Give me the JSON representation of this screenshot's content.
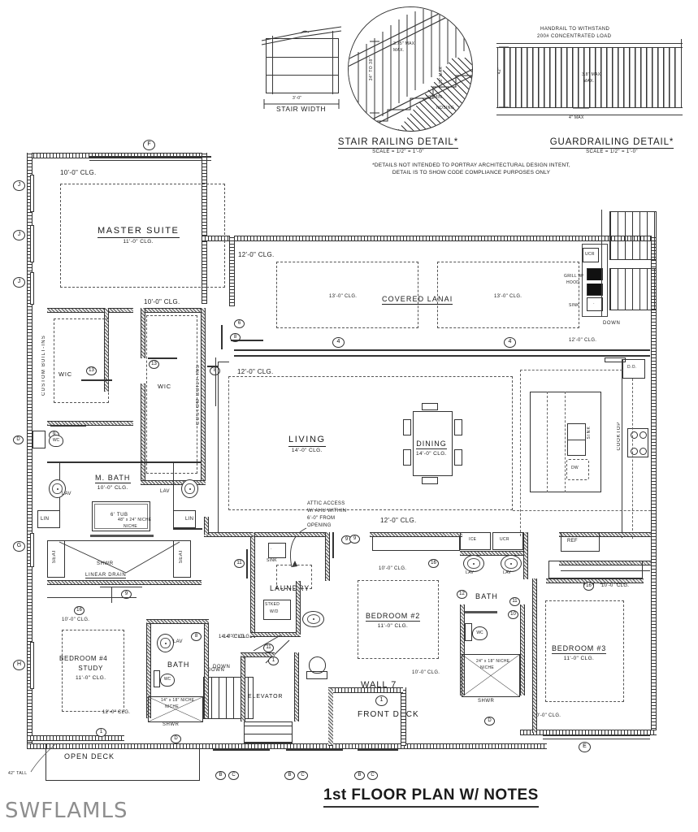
{
  "sheet": {
    "title": "1st FLOOR PLAN W/ NOTES",
    "watermark": "SWFLAMLS"
  },
  "details": {
    "stair_railing": {
      "title": "STAIR RAILING DETAIL*",
      "scale": "SCALE = 1/2\" = 1'-0\"",
      "stair_width_label": "STAIR WIDTH",
      "stair_width_dim": "3'-0\"",
      "handrail_height": "34\" TO 38\"",
      "baluster_gap": "3.75\" MAX",
      "nosing_label": "NOSING",
      "riser_dim": "7.75\" MAX",
      "tread_dim": "10\" MIN"
    },
    "guardrailing": {
      "title": "GUARDRAILING DETAIL*",
      "scale": "SCALE = 1/2\" = 1'-0\"",
      "note_line1": "HANDRAIL TO WITHSTAND",
      "note_line2": "200# CONCENTRATED LOAD",
      "baluster_gap": "3.8\" MAX",
      "height": "42\"",
      "bottom_gap": "4\" MAX"
    },
    "footnote_line1": "*DETAILS NOT INTENDED TO PORTRAY ARCHITECTURAL DESIGN INTENT,",
    "footnote_line2": "DETAIL IS TO SHOW CODE COMPLIANCE PURPOSES ONLY"
  },
  "rooms": [
    {
      "id": "master-suite",
      "name": "MASTER SUITE",
      "clg": "11'-0\" CLG."
    },
    {
      "id": "covered-lanai",
      "name": "COVERED LANAI",
      "clg": ""
    },
    {
      "id": "living",
      "name": "LIVING",
      "clg": "14'-0\" CLG."
    },
    {
      "id": "dining",
      "name": "DINING",
      "clg": "14'-0\" CLG."
    },
    {
      "id": "m-bath",
      "name": "M. BATH",
      "clg": "10'-0\" CLG."
    },
    {
      "id": "wic-1",
      "name": "WIC",
      "clg": ""
    },
    {
      "id": "wic-2",
      "name": "WIC",
      "clg": ""
    },
    {
      "id": "laundry",
      "name": "LAUNDRY",
      "clg": ""
    },
    {
      "id": "bedroom-2",
      "name": "BEDROOM #2",
      "clg": "11'-0\" CLG."
    },
    {
      "id": "bedroom-3",
      "name": "BEDROOM #3",
      "clg": "11'-0\" CLG."
    },
    {
      "id": "bedroom-4",
      "name": "BEDROOM #4",
      "clg": ""
    },
    {
      "id": "bedroom-4-sub",
      "name": "STUDY",
      "clg": "11'-0\" CLG."
    },
    {
      "id": "bath-2",
      "name": "BATH",
      "clg": ""
    },
    {
      "id": "bath-4",
      "name": "BATH",
      "clg": ""
    },
    {
      "id": "elevator",
      "name": "ELEVATOR",
      "clg": ""
    },
    {
      "id": "front-deck",
      "name": "FRONT DECK",
      "clg": ""
    },
    {
      "id": "open-deck",
      "name": "OPEN DECK",
      "clg": ""
    },
    {
      "id": "wall-7",
      "name": "WALL 7",
      "clg": ""
    }
  ],
  "ceilings": {
    "master_area": "10'-0\" CLG.",
    "wic_top": "10'-0\" CLG.",
    "lanai_left": "12'-0\" CLG.",
    "lanai_mid_left": "13'-0\" CLG.",
    "lanai_mid_right": "13'-0\" CLG.",
    "lanai_bottom_right": "12'-0\" CLG.",
    "living_area": "12'-0\" CLG.",
    "kitchen_area": "12'-0\" CLG.",
    "kitchen_bottom": "10'-0\" CLG.",
    "bedroom2_top": "10'-0\" CLG.",
    "bedroom2_bottom": "10'-0\" CLG.",
    "bedroom3_top": "10'-0\" CLG.",
    "bedroom3_bottom": "10'-0\" CLG.",
    "bedroom4_top": "10'-0\" CLG.",
    "bedroom4_bottom": "12'-0\" CLG.",
    "hall_right": "14'-0\" CLG.",
    "hall_left": "14'-0\" CLG."
  },
  "fixtures": {
    "lav": "LAV",
    "lin": "LIN",
    "seat": "SEAT",
    "tub": "6' TUB",
    "shwr": "SHWR",
    "wc": "WC",
    "linear_drain": "LINEAR DRAIN",
    "niche_master": "48\" x 24\" NICHE",
    "niche_bath2": "24\" x 18\" NICHE",
    "niche_bath4": "14\" x 18\" NICHE",
    "sink": "SINK",
    "stacked_wd": "STKED W/D",
    "custom_builtins": "CUSTOM BUILT-INS",
    "grill_hood": "GRILL W/ HOOD",
    "ucr": "UCR",
    "ice": "ICE",
    "ref": "REF",
    "dw": "DW",
    "cooktop": "COOKTOP",
    "double_oven": "D.O.",
    "down": "DOWN"
  },
  "annotations": {
    "attic_access": "ATTIC ACCESS\nW/ AHU WITHIN\n6'-0\" FROM\nOPENING",
    "attic_l1": "ATTIC ACCESS",
    "attic_l2": "W/ AHU WITHIN",
    "attic_l3": "6'-0\" FROM",
    "attic_l4": "OPENING",
    "rail_height": "42\" TALL"
  },
  "callouts": {
    "numbers": [
      "1",
      "3",
      "4",
      "5",
      "6",
      "8",
      "9",
      "10",
      "11",
      "12",
      "13",
      "14",
      "16"
    ],
    "letters": [
      "B",
      "C",
      "D",
      "E",
      "F",
      "G",
      "H",
      "J"
    ]
  }
}
